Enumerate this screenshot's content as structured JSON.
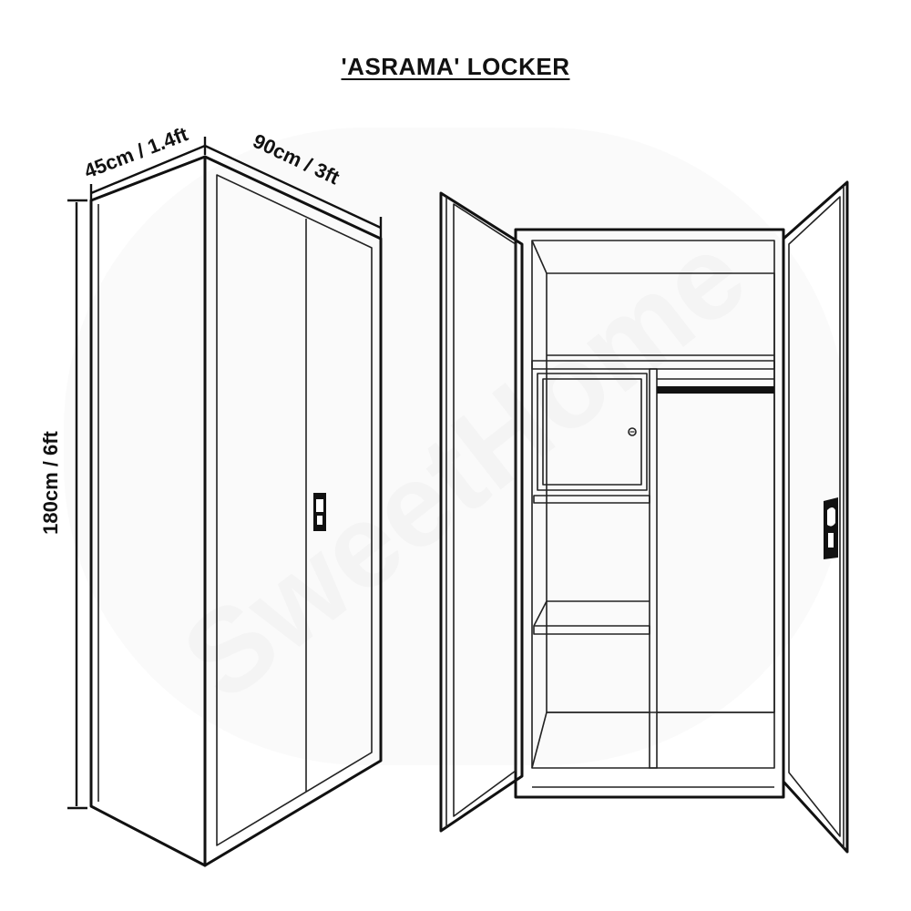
{
  "title": "'ASRAMA' LOCKER",
  "dimensions": {
    "depth": "45cm / 1.4ft",
    "width": "90cm / 3ft",
    "height": "180cm / 6ft"
  },
  "watermark": "SweetHome"
}
